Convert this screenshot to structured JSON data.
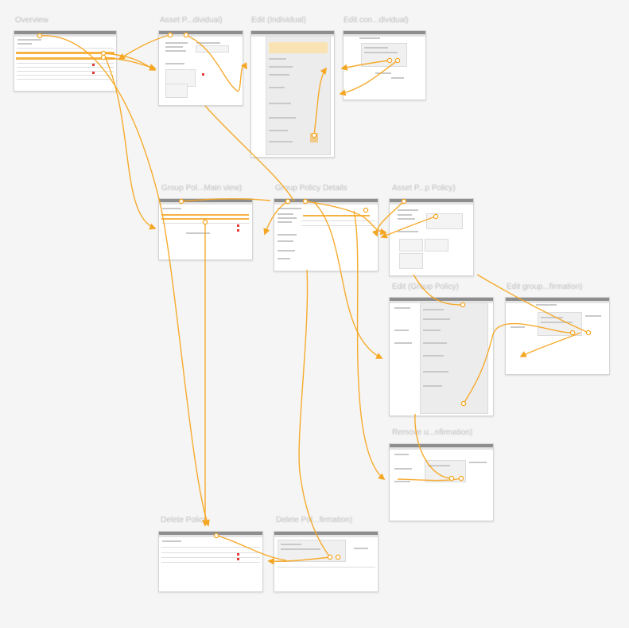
{
  "diagram": {
    "accent_color": "#f5a623",
    "frames": [
      {
        "id": "overview",
        "title": "Overview"
      },
      {
        "id": "asset-individual",
        "title": "Asset P...dividual)"
      },
      {
        "id": "edit-individual",
        "title": "Edit (Individual)"
      },
      {
        "id": "edit-confirm-individual",
        "title": "Edit con...dividual)"
      },
      {
        "id": "group-main",
        "title": "Group Pol...Main view)"
      },
      {
        "id": "group-details",
        "title": "Group Policy Details"
      },
      {
        "id": "asset-group",
        "title": "Asset P...p Policy)"
      },
      {
        "id": "edit-group",
        "title": "Edit (Group Policy)"
      },
      {
        "id": "edit-group-confirm",
        "title": "Edit group...firmation)"
      },
      {
        "id": "remove-confirm",
        "title": "Remove u...nfirmation)"
      },
      {
        "id": "delete-policy",
        "title": "Delete Policy"
      },
      {
        "id": "delete-confirm",
        "title": "Delete Pol...firmation)"
      }
    ]
  }
}
